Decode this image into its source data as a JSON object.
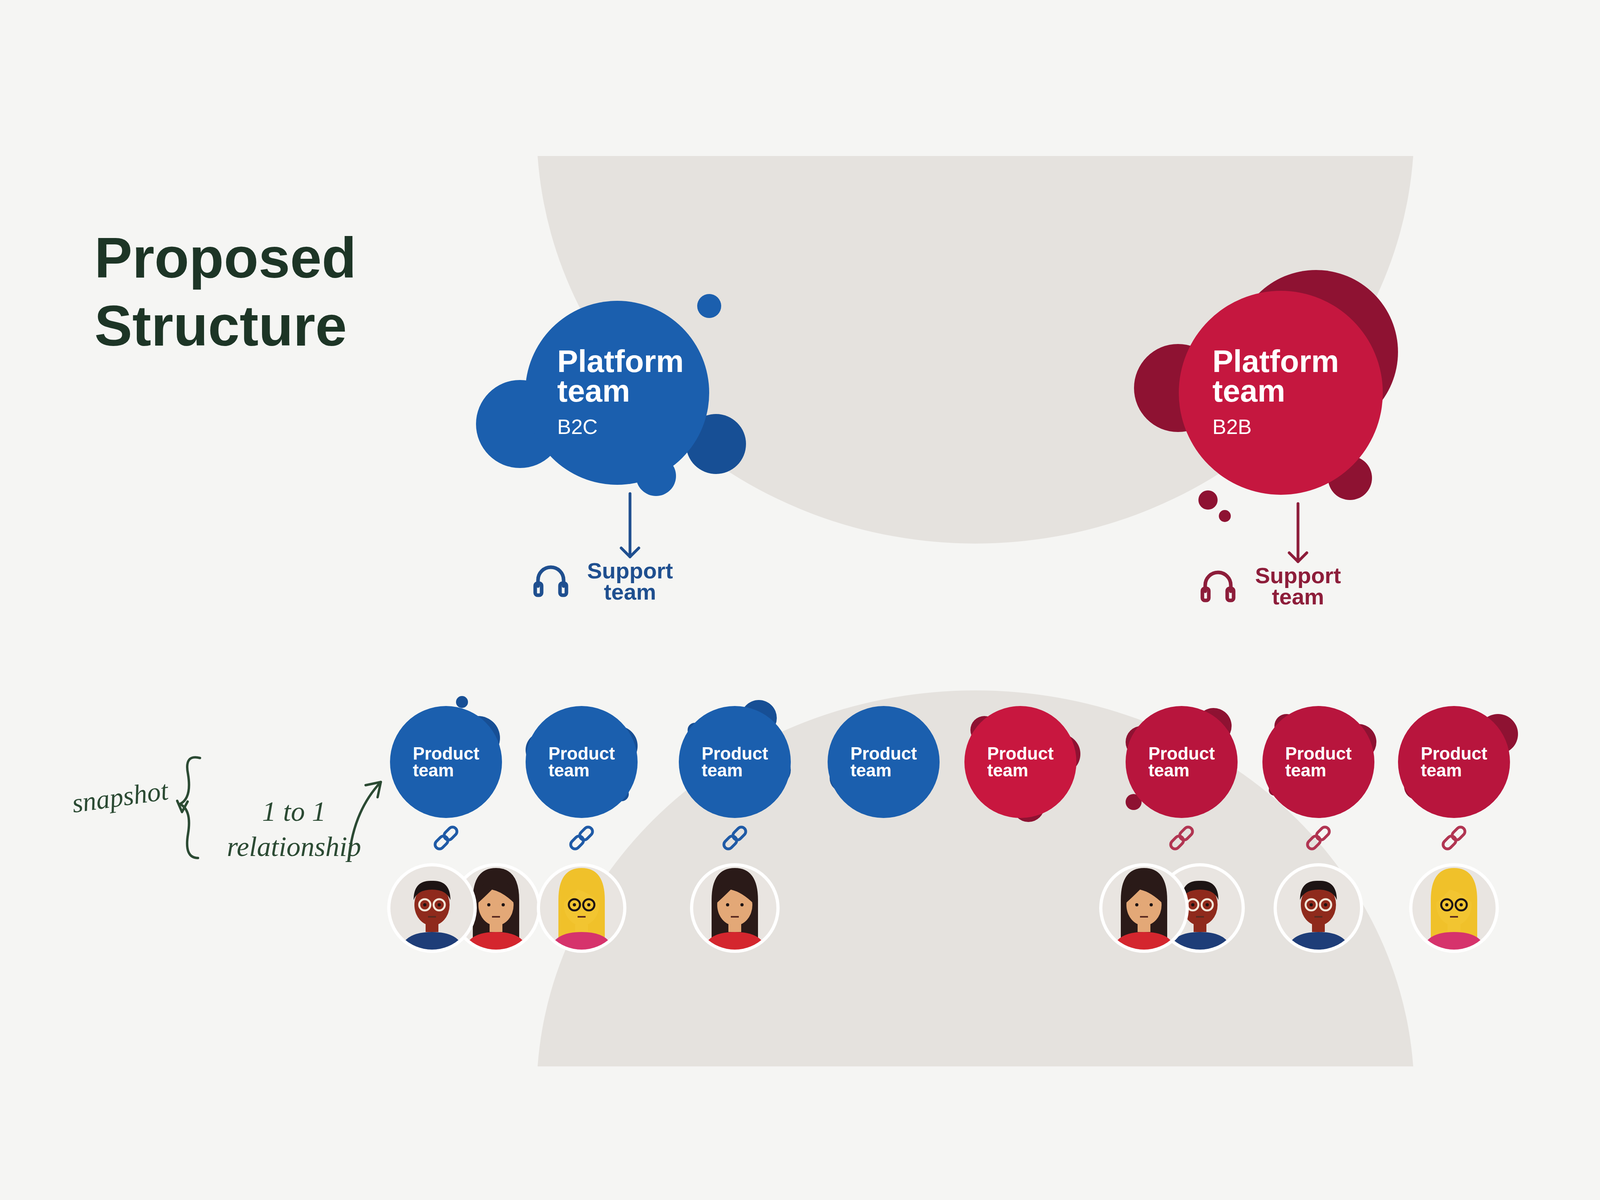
{
  "diagram": {
    "title": "Proposed Structure",
    "nodes": [
      {
        "text": [
          "Platform team",
          "B2C"
        ]
      },
      {
        "text": [
          "Platform team",
          "B2B"
        ]
      },
      {
        "text": [
          "Support team"
        ]
      },
      {
        "text": [
          "Support team"
        ]
      },
      {
        "text": [
          "Product team"
        ]
      },
      {
        "text": [
          "Product team"
        ]
      },
      {
        "text": [
          "Product team"
        ]
      },
      {
        "text": [
          "Product team"
        ]
      },
      {
        "text": [
          "Product team"
        ]
      },
      {
        "text": [
          "Product team"
        ]
      },
      {
        "text": [
          "Product team"
        ]
      },
      {
        "text": [
          "Product team"
        ]
      }
    ],
    "edges": [
      {
        "from": 0,
        "to": 2,
        "arrow": "to"
      },
      {
        "from": 1,
        "to": 3,
        "arrow": "to"
      }
    ],
    "labels": [
      "snapshot",
      "1 to 1 relationship"
    ]
  }
}
